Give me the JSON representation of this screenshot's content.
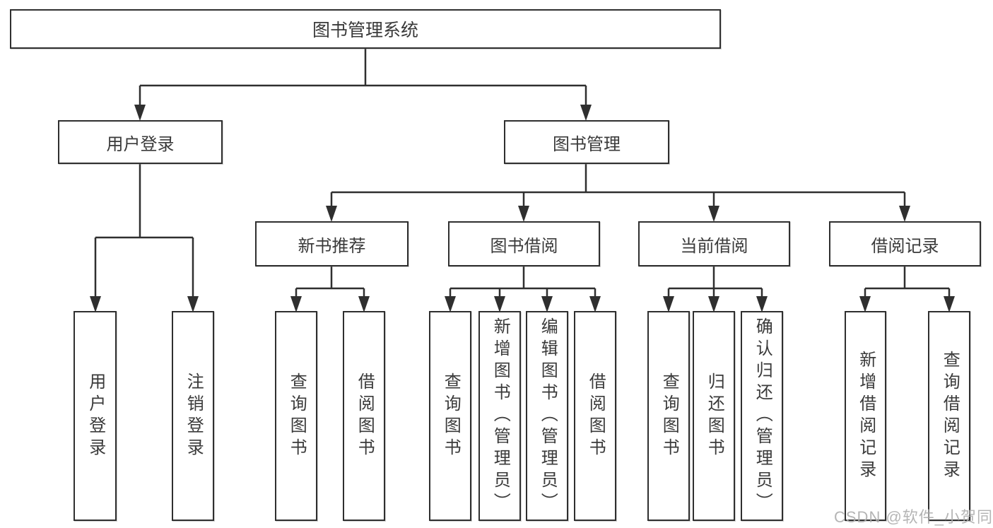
{
  "diagram": {
    "root": "图书管理系统",
    "user_login": "用户登录",
    "book_mgmt": "图书管理",
    "login_children": [
      "用户登录",
      "注销登录"
    ],
    "sections": [
      {
        "label": "新书推荐",
        "children": [
          "查询图书",
          "借阅图书"
        ]
      },
      {
        "label": "图书借阅",
        "children": [
          "查询图书",
          "新增图书（管理员）",
          "编辑图书（管理员）",
          "借阅图书"
        ]
      },
      {
        "label": "当前借阅",
        "children": [
          "查询图书",
          "归还图书",
          "确认归还（管理员）"
        ]
      },
      {
        "label": "借阅记录",
        "children": [
          "新增借阅记录",
          "查询借阅记录"
        ]
      }
    ],
    "watermark": "CSDN @软件_小贺同学",
    "colors": {
      "line": "#2f2f2f",
      "text": "#3a3a3a",
      "box_background": "#ffffff",
      "watermark": "#adadad",
      "background": "#ffffff"
    }
  }
}
